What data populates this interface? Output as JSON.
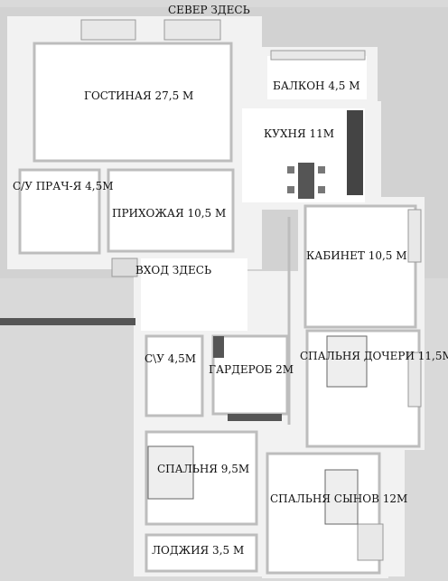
{
  "labels": {
    "north": "СЕВЕР ЗДЕСЬ",
    "living": "ГОСТИНАЯ 27,5 М",
    "balcony": "БАЛКОН 4,5 М",
    "kitchen": "КУХНЯ 11М",
    "laundry": "С/У ПРАЧ-Я 4,5М",
    "hallway": "ПРИХОЖАЯ 10,5 М",
    "entrance": "ВХОД ЗДЕСЬ",
    "office": "КАБИНЕТ 10,5 М",
    "bath": "С\\У 4,5М",
    "wardrobe": "ГАРДЕРОБ 2М",
    "daughter": "СПАЛЬНЯ ДОЧЕРИ 11,5М",
    "bedroom": "СПАЛЬНЯ 9,5М",
    "sons": "СПАЛЬНЯ СЫНОВ 12М",
    "loggia": "ЛОДЖИЯ 3,5 М"
  },
  "colors": {
    "background": "#d9d9d9",
    "floor": "#ffffff",
    "wall": "#f4f4f4",
    "wall_shadow": "#bdbdbd",
    "furniture": "#444444",
    "text": "#111111"
  }
}
